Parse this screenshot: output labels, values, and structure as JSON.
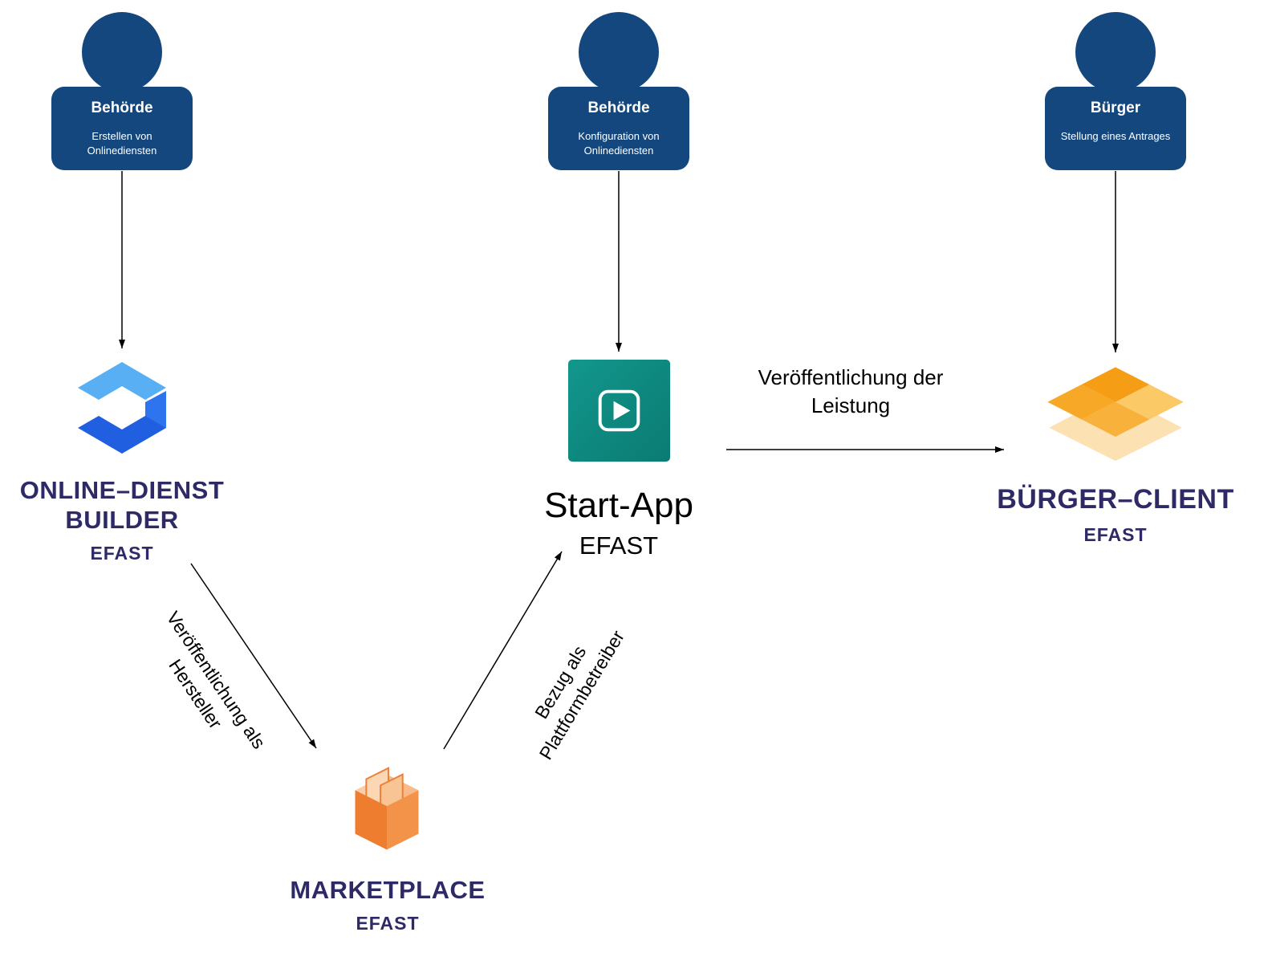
{
  "colors": {
    "actor-blue": "#14477D",
    "navy": "#2E2A66",
    "teal-dark": "#0B7B72",
    "teal-light": "#12978D",
    "builder-light-blue": "#58AFF4",
    "builder-blue": "#2263E6",
    "builder-deep-blue": "#1F5FE0",
    "orange": "#EE7D2F",
    "gold": "#F5A11E"
  },
  "actors": {
    "behoerde1": {
      "title": "Behörde",
      "subtitle": "Erstellen von Onlinediensten"
    },
    "behoerde2": {
      "title": "Behörde",
      "subtitle": "Konfiguration von Onlinediensten"
    },
    "buerger": {
      "title": "Bürger",
      "subtitle": "Stellung eines Antrages"
    }
  },
  "components": {
    "builder": {
      "name_line1": "ONLINE–DIENST",
      "name_line2": "BUILDER",
      "brand": "EFAST"
    },
    "startapp": {
      "name": "Start-App",
      "brand": "EFAST"
    },
    "buerger_client": {
      "name": "BÜRGER–CLIENT",
      "brand": "EFAST"
    },
    "marketplace": {
      "name": "MARKETPLACE",
      "brand": "EFAST"
    }
  },
  "edges": {
    "builder_to_marketplace": {
      "line1": "Veröffentlichung als",
      "line2": "Hersteller"
    },
    "marketplace_to_startapp": {
      "line1": "Bezug als",
      "line2": "Plattformbetreiber"
    },
    "startapp_to_client": {
      "line1": "Veröffentlichung der",
      "line2": "Leistung"
    }
  }
}
